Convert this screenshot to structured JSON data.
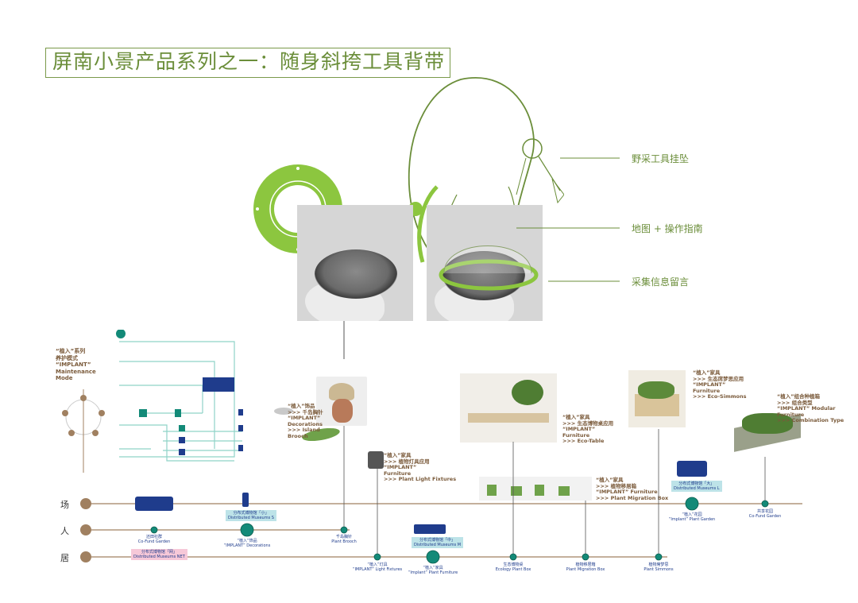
{
  "title": "屏南小景产品系列之一：随身斜挎工具背带",
  "callouts": {
    "tool_pendant": "野采工具挂坠",
    "map_guide": "地图 + 操作指南",
    "info_message": "采集信息留言"
  },
  "mode": {
    "line1": "“植入”系列",
    "line2": "养护模式",
    "line3": "“IMPLANT”",
    "line4": "Maintenance",
    "line5": "Mode"
  },
  "rows": {
    "chang": "场",
    "ren": "人",
    "ju": "居"
  },
  "products": {
    "brooch": {
      "l1": "“植入”饰品",
      "l2": ">>> 千岛胸针",
      "l3": "“IMPLANT”",
      "l4": "Decorations",
      "l5": ">>> Island",
      "l6": "Brooch"
    },
    "light": {
      "l1": "“植入”家具",
      "l2": ">>> 植物灯具应用",
      "l3": "“IMPLANT”",
      "l4": "Furniture",
      "l5": ">>> Plant Light Fixtures"
    },
    "table": {
      "l1": "“植入”家具",
      "l2": ">>> 生态博物桌应用",
      "l3": "“IMPLANT”",
      "l4": "Furniture",
      "l5": ">>> Eco-Table"
    },
    "migration": {
      "l1": "“植入”家具",
      "l2": ">>> 植物移居箱",
      "l3": "“IMPLANT” Furniture",
      "l4": ">>> Plant Migration Box"
    },
    "simmons": {
      "l1": "“植入”家具",
      "l2": ">>> 生态席梦思应用",
      "l3": "“IMPLANT”",
      "l4": "Furniture",
      "l5": ">>> Eco-Simmons"
    },
    "modular": {
      "l1": "“植入”组合种植箱",
      "l2": ">>> 组合类型",
      "l3": "“IMPLANT” Modular",
      "l4": "Furniture",
      "l5": ">>> Combination Type"
    }
  },
  "tags": {
    "museum_s": "分布式博物馆「小」",
    "museum_s_en": "Distributed Museums S",
    "museum_m": "分布式博物馆「中」",
    "museum_m_en": "Distributed Museums M",
    "museum_l": "分布式博物馆「大」",
    "museum_l_en": "Distributed Museums L",
    "museum_net": "分布式博物馆「网」",
    "museum_net_en": "Distributed Museums  NET"
  },
  "nodes": {
    "cofund": {
      "cn": "还田社群",
      "en": "Co-Fund Garden"
    },
    "decor": {
      "cn": "“植入”饰品",
      "en": "“IMPLANT” Decorations"
    },
    "brooch": {
      "cn": "千岛胸针",
      "en": "Plant Brooch"
    },
    "lightfx": {
      "cn": "“植入”灯具",
      "en": "“IMPLANT” Light Fixtures"
    },
    "furniture": {
      "cn": "“植入”家具",
      "en": "“Implant” Plant Furniture"
    },
    "ecobox": {
      "cn": "生态博物桌",
      "en": "Ecology Plant Box"
    },
    "migbox": {
      "cn": "植物移居箱",
      "en": "Plant Migration Box"
    },
    "simmons": {
      "cn": "植物席梦思",
      "en": "Plant Simmons"
    },
    "garden": {
      "cn": "“植入”花园",
      "en": "“Implant” Plant Garden"
    },
    "cofund2": {
      "cn": "共享花园",
      "en": "Co-Fund Garden"
    }
  },
  "colors": {
    "green": "#6b8e3a",
    "lightgreen": "#8cc63f",
    "teal": "#138a78",
    "navy": "#1f3c8c",
    "brown": "#a08060"
  }
}
